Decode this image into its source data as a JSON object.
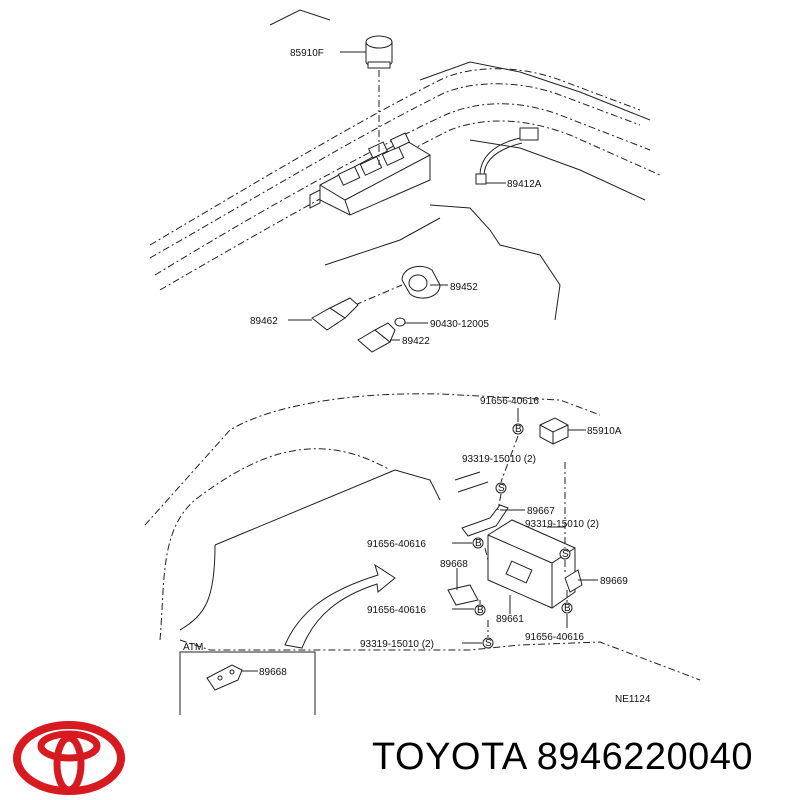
{
  "callouts": [
    {
      "id": "c1",
      "text": "85910F"
    },
    {
      "id": "c2",
      "text": "89412A"
    },
    {
      "id": "c3",
      "text": "89452"
    },
    {
      "id": "c4",
      "text": "89462"
    },
    {
      "id": "c5",
      "text": "90430-12005"
    },
    {
      "id": "c6",
      "text": "89422"
    },
    {
      "id": "c7",
      "text": "91656-40616"
    },
    {
      "id": "c8",
      "text": "85910A"
    },
    {
      "id": "c9",
      "text": "93319-15010 (2)"
    },
    {
      "id": "c10",
      "text": "89667"
    },
    {
      "id": "c11",
      "text": "93319-15010 (2)"
    },
    {
      "id": "c12",
      "text": "91656-40616"
    },
    {
      "id": "c13",
      "text": "89668"
    },
    {
      "id": "c14",
      "text": "89669"
    },
    {
      "id": "c15",
      "text": "91656-40616"
    },
    {
      "id": "c16",
      "text": "89661"
    },
    {
      "id": "c17",
      "text": "93319-15010 (2)"
    },
    {
      "id": "c18",
      "text": "91656-40616"
    },
    {
      "id": "c19",
      "text": "ATM"
    },
    {
      "id": "c20",
      "text": "89668"
    },
    {
      "id": "c21",
      "text": "NE1124"
    }
  ],
  "fastener_markers": {
    "bolt": "B",
    "screw": "S"
  },
  "brand": {
    "name": "TOYOTA",
    "part_number": "8946220040",
    "logo_color": "#d71920"
  }
}
